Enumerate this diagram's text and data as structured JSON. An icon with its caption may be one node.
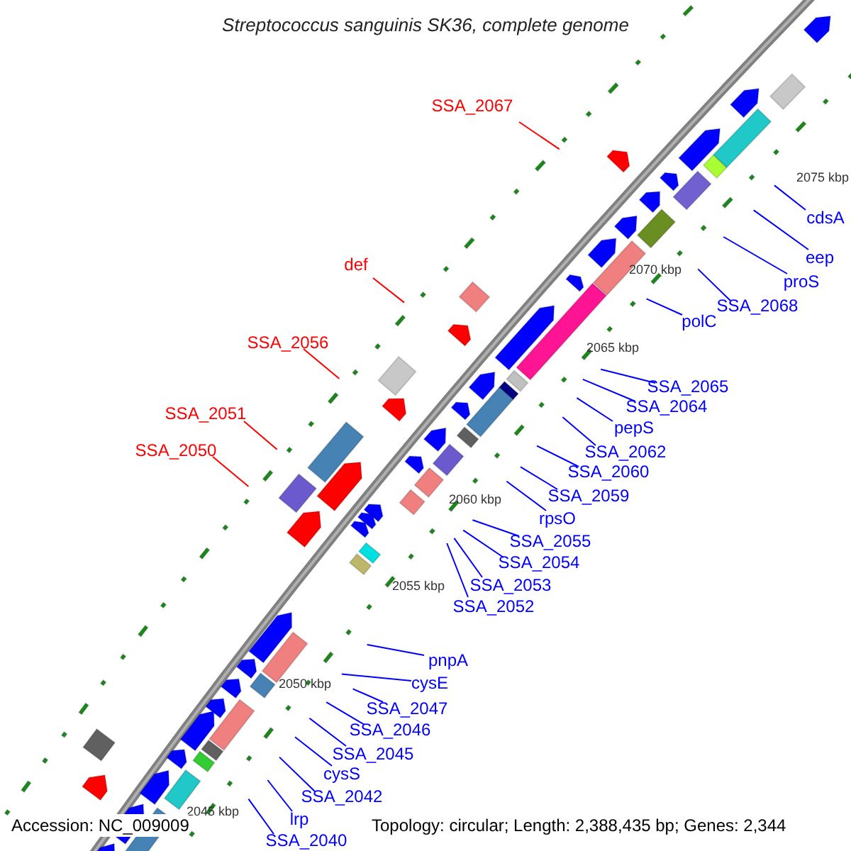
{
  "diagram": {
    "title": "Streptococcus sanguinis SK36, complete genome",
    "nodes": [
      {
        "text": [
          "SSA_2067"
        ]
      },
      {
        "text": [
          "cdsA"
        ]
      },
      {
        "text": [
          "def"
        ]
      },
      {
        "text": [
          "eep"
        ]
      },
      {
        "text": [
          "proS"
        ]
      },
      {
        "text": [
          "SSA_2068"
        ]
      },
      {
        "text": [
          "polC"
        ]
      },
      {
        "text": [
          "SSA_2056"
        ]
      },
      {
        "text": [
          "SSA_2065"
        ]
      },
      {
        "text": [
          "SSA_2064"
        ]
      },
      {
        "text": [
          "SSA_2051"
        ]
      },
      {
        "text": [
          "pepS"
        ]
      },
      {
        "text": [
          "SSA_2050"
        ]
      },
      {
        "text": [
          "SSA_2062"
        ]
      },
      {
        "text": [
          "SSA_2060"
        ]
      },
      {
        "text": [
          "SSA_2059"
        ]
      },
      {
        "text": [
          "rpsO"
        ]
      },
      {
        "text": [
          "SSA_2055"
        ]
      },
      {
        "text": [
          "SSA_2054"
        ]
      },
      {
        "text": [
          "SSA_2053"
        ]
      },
      {
        "text": [
          "SSA_2052"
        ]
      },
      {
        "text": [
          "pnpA"
        ]
      },
      {
        "text": [
          "cysE"
        ]
      },
      {
        "text": [
          "SSA_2047"
        ]
      },
      {
        "text": [
          "SSA_2046"
        ]
      },
      {
        "text": [
          "SSA_2045"
        ]
      },
      {
        "text": [
          "cysS"
        ]
      },
      {
        "text": [
          "SSA_2042"
        ]
      },
      {
        "text": [
          "lrp"
        ]
      },
      {
        "text": [
          "SSA_2040"
        ]
      }
    ],
    "edges": [
      {
        "from": 0,
        "to": null,
        "arrow": "none",
        "color": "#ff0000"
      },
      {
        "from": 1,
        "to": null,
        "arrow": "none"
      },
      {
        "from": 2,
        "to": null,
        "arrow": "none",
        "color": "#ff0000"
      },
      {
        "from": 3,
        "to": null,
        "arrow": "none"
      },
      {
        "from": 4,
        "to": null,
        "arrow": "none"
      },
      {
        "from": 5,
        "to": null,
        "arrow": "none"
      },
      {
        "from": 6,
        "to": null,
        "arrow": "none"
      },
      {
        "from": 7,
        "to": null,
        "arrow": "none",
        "color": "#ff0000"
      },
      {
        "from": 8,
        "to": null,
        "arrow": "none"
      },
      {
        "from": 9,
        "to": null,
        "arrow": "none"
      },
      {
        "from": 10,
        "to": null,
        "arrow": "none",
        "color": "#ff0000"
      },
      {
        "from": 11,
        "to": null,
        "arrow": "none"
      },
      {
        "from": 12,
        "to": null,
        "arrow": "none",
        "color": "#ff0000"
      },
      {
        "from": 13,
        "to": null,
        "arrow": "none"
      },
      {
        "from": 14,
        "to": null,
        "arrow": "none"
      },
      {
        "from": 15,
        "to": null,
        "arrow": "none"
      },
      {
        "from": 16,
        "to": null,
        "arrow": "none"
      },
      {
        "from": 17,
        "to": null,
        "arrow": "none"
      },
      {
        "from": 18,
        "to": null,
        "arrow": "none"
      },
      {
        "from": 19,
        "to": null,
        "arrow": "none"
      },
      {
        "from": 20,
        "to": null,
        "arrow": "none"
      },
      {
        "from": 21,
        "to": null,
        "arrow": "none"
      },
      {
        "from": 22,
        "to": null,
        "arrow": "none"
      },
      {
        "from": 23,
        "to": null,
        "arrow": "none"
      },
      {
        "from": 24,
        "to": null,
        "arrow": "none"
      },
      {
        "from": 25,
        "to": null,
        "arrow": "none"
      },
      {
        "from": 26,
        "to": null,
        "arrow": "none"
      },
      {
        "from": 27,
        "to": null,
        "arrow": "none"
      },
      {
        "from": 28,
        "to": null,
        "arrow": "none"
      },
      {
        "from": 29,
        "to": null,
        "arrow": "none"
      }
    ],
    "labels": [
      "2075 kbp",
      "2070 kbp",
      "2065 kbp",
      "2060 kbp",
      "2055 kbp",
      "2050 kbp",
      "2045 kbp",
      "Accession: NC_009009",
      "Topology: circular; Length: 2,388,435 bp; Genes: 2,344"
    ]
  }
}
